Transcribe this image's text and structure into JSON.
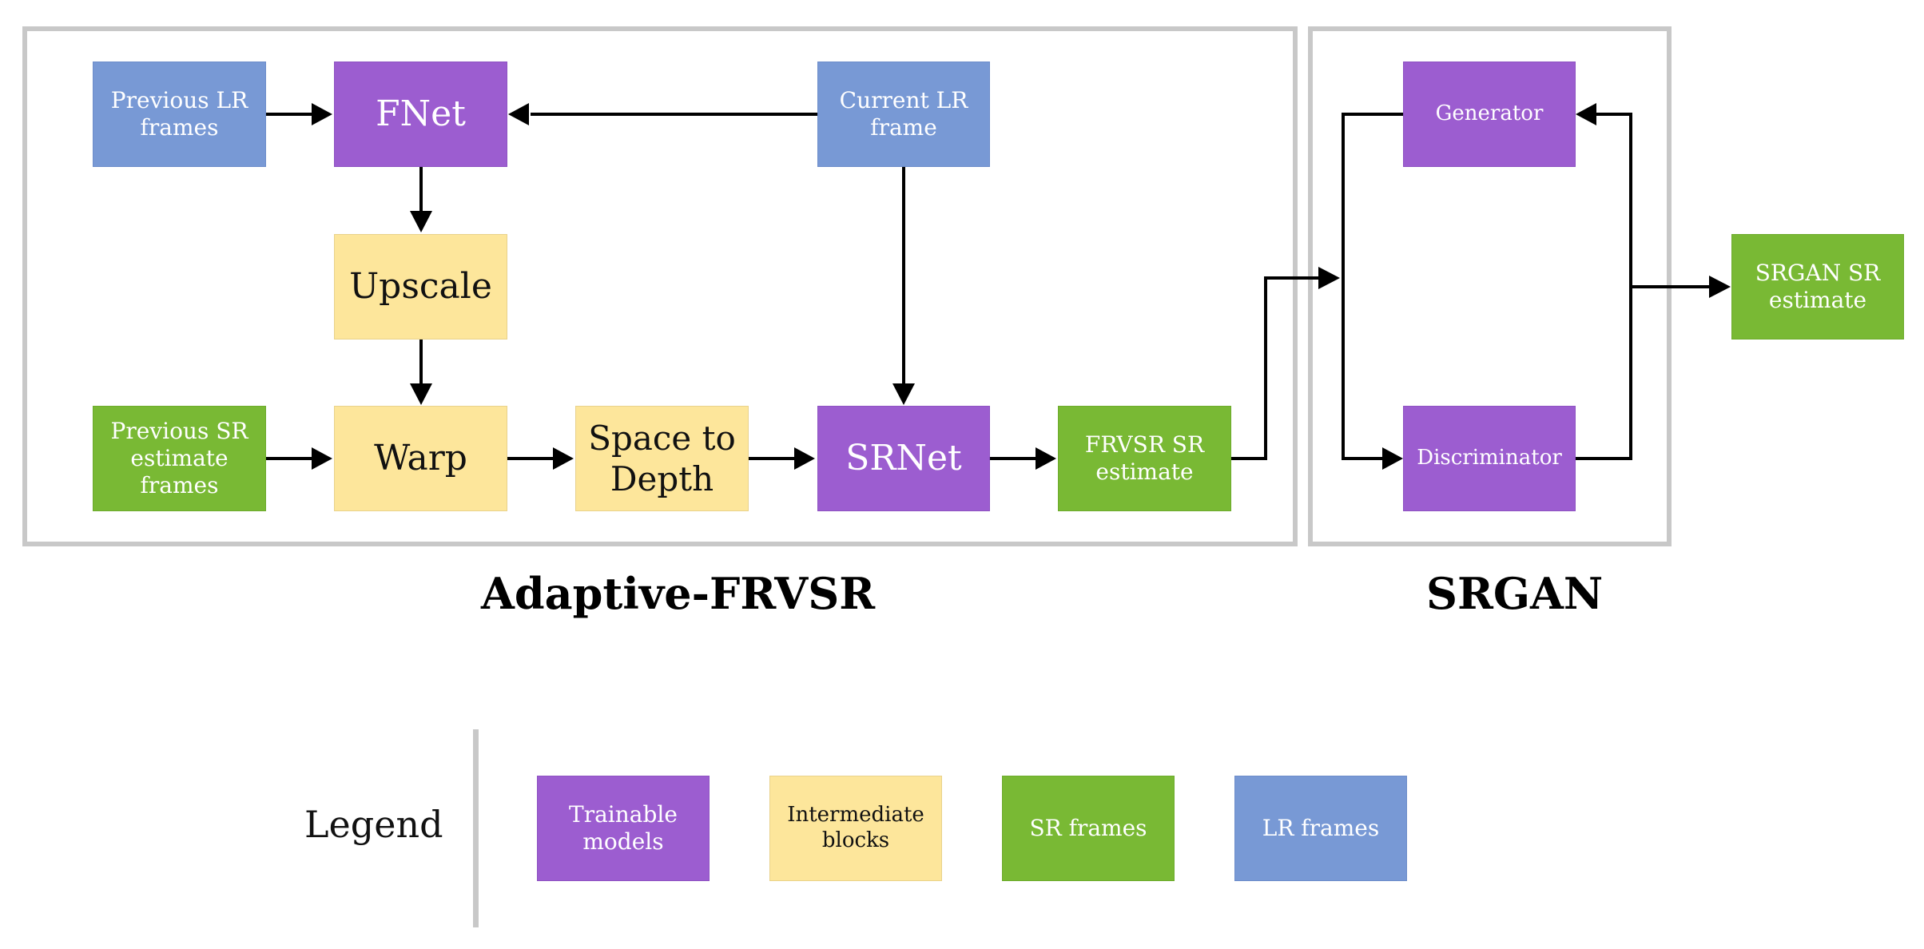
{
  "sections": {
    "frvsr_title": "Adaptive-FRVSR",
    "srgan_title": "SRGAN"
  },
  "nodes": {
    "prev_lr": "Previous LR\nframes",
    "fnet": "FNet",
    "curr_lr": "Current LR\nframe",
    "upscale": "Upscale",
    "prev_sr": "Previous SR\nestimate\nframes",
    "warp": "Warp",
    "s2d": "Space to\nDepth",
    "srnet": "SRNet",
    "frvsr_out": "FRVSR SR\nestimate",
    "generator": "Generator",
    "discriminator": "Discriminator",
    "srgan_out": "SRGAN SR\nestimate"
  },
  "legend": {
    "title": "Legend",
    "items": [
      {
        "label": "Trainable\nmodels",
        "color": "#9c5dd0"
      },
      {
        "label": "Intermediate\nblocks",
        "color": "#fde69b"
      },
      {
        "label": "SR frames",
        "color": "#79b934"
      },
      {
        "label": "LR frames",
        "color": "#7899d5"
      }
    ]
  }
}
